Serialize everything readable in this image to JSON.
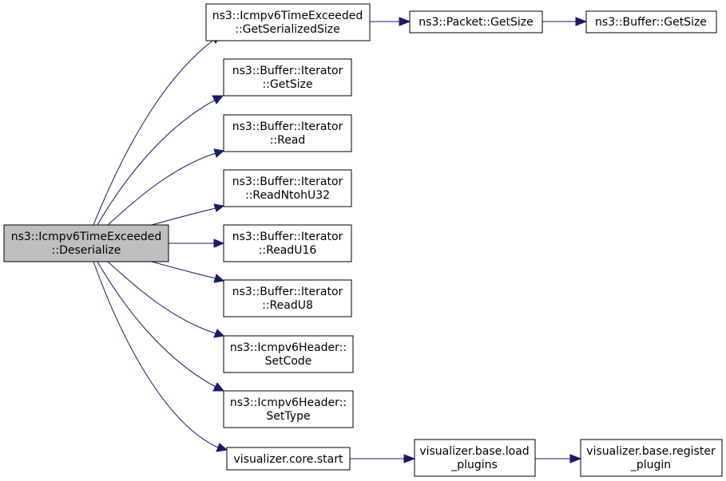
{
  "colors": {
    "edge": "#191970",
    "root_fill": "#bfbfbf",
    "node_fill": "#ffffff",
    "node_border": "#000000"
  },
  "nodes": {
    "root": {
      "lines": [
        "ns3::Icmpv6TimeExceeded",
        "::Deserialize"
      ]
    },
    "get_serialized": {
      "lines": [
        "ns3::Icmpv6TimeExceeded",
        "::GetSerializedSize"
      ]
    },
    "packet_getsize": {
      "lines": [
        "ns3::Packet::GetSize"
      ]
    },
    "buffer_getsize": {
      "lines": [
        "ns3::Buffer::GetSize"
      ]
    },
    "iter_getsize": {
      "lines": [
        "ns3::Buffer::Iterator",
        "::GetSize"
      ]
    },
    "iter_read": {
      "lines": [
        "ns3::Buffer::Iterator",
        "::Read"
      ]
    },
    "iter_readntohu32": {
      "lines": [
        "ns3::Buffer::Iterator",
        "::ReadNtohU32"
      ]
    },
    "iter_readu16": {
      "lines": [
        "ns3::Buffer::Iterator",
        "::ReadU16"
      ]
    },
    "iter_readu8": {
      "lines": [
        "ns3::Buffer::Iterator",
        "::ReadU8"
      ]
    },
    "hdr_setcode": {
      "lines": [
        "ns3::Icmpv6Header::",
        "SetCode"
      ]
    },
    "hdr_settype": {
      "lines": [
        "ns3::Icmpv6Header::",
        "SetType"
      ]
    },
    "viz_core_start": {
      "lines": [
        "visualizer.core.start"
      ]
    },
    "viz_load_plugins": {
      "lines": [
        "visualizer.base.load",
        "_plugins"
      ]
    },
    "viz_register": {
      "lines": [
        "visualizer.base.register",
        "_plugin"
      ]
    }
  },
  "edges": [
    {
      "from": "root",
      "to": "get_serialized"
    },
    {
      "from": "get_serialized",
      "to": "packet_getsize"
    },
    {
      "from": "packet_getsize",
      "to": "buffer_getsize"
    },
    {
      "from": "root",
      "to": "iter_getsize"
    },
    {
      "from": "root",
      "to": "iter_read"
    },
    {
      "from": "root",
      "to": "iter_readntohu32"
    },
    {
      "from": "root",
      "to": "iter_readu16"
    },
    {
      "from": "root",
      "to": "iter_readu8"
    },
    {
      "from": "root",
      "to": "hdr_setcode"
    },
    {
      "from": "root",
      "to": "hdr_settype"
    },
    {
      "from": "root",
      "to": "viz_core_start"
    },
    {
      "from": "viz_core_start",
      "to": "viz_load_plugins"
    },
    {
      "from": "viz_load_plugins",
      "to": "viz_register"
    }
  ]
}
